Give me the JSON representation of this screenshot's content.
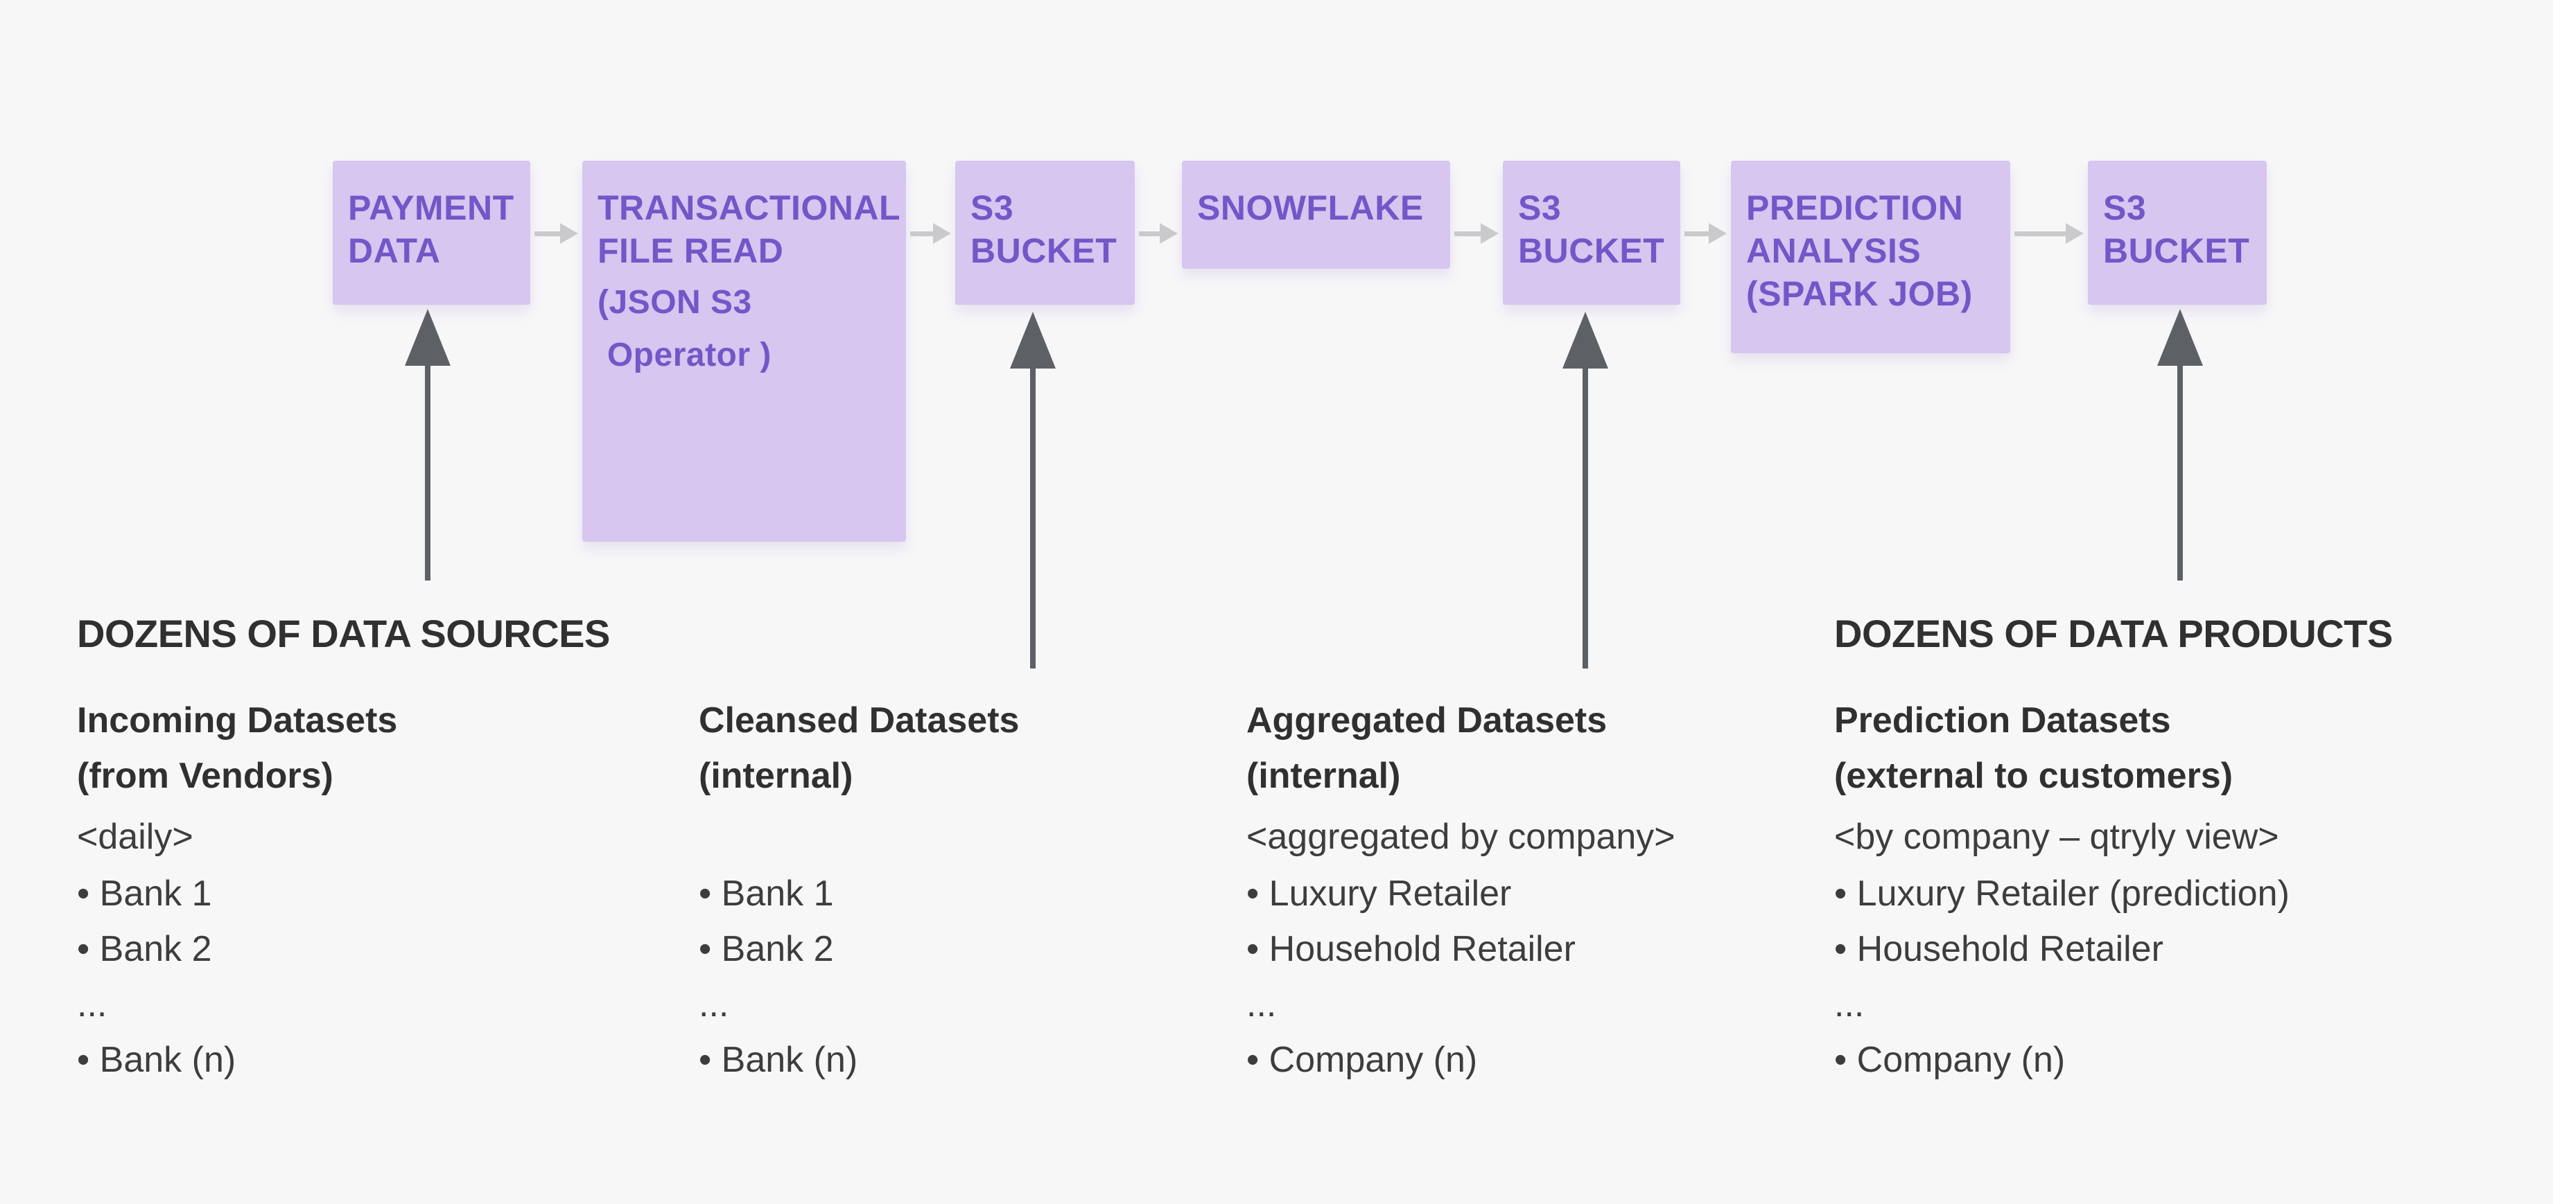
{
  "colors": {
    "background": "#f7f7f8",
    "node_fill": "#d6c6f0",
    "node_text": "#7456c8",
    "flow_arrow": "#cacacc",
    "up_arrow": "#5d6166",
    "heading_text": "#303030",
    "body_text": "#3d3d3d"
  },
  "pipeline": {
    "nodes": [
      {
        "caption": "PAYMENT\nDATA"
      },
      {
        "caption": "TRANSACTIONAL\nFILE READ",
        "sub": "(JSON S3\n Operator )"
      },
      {
        "caption": "S3\nBUCKET"
      },
      {
        "caption": "SNOWFLAKE"
      },
      {
        "caption": "S3\nBUCKET"
      },
      {
        "caption": "PREDICTION\nANALYSIS\n(SPARK JOB)"
      },
      {
        "caption": "S3\nBUCKET"
      }
    ]
  },
  "annotations": {
    "columns": [
      {
        "title": "DOZENS OF DATA SOURCES",
        "subtitle": "Incoming Datasets\n(from Vendors)",
        "qualifier": "<daily>",
        "items": [
          "• Bank 1",
          "• Bank 2",
          "...",
          "• Bank (n)"
        ]
      },
      {
        "subtitle": "Cleansed Datasets\n(internal)",
        "qualifier": "",
        "items": [
          "• Bank 1",
          "• Bank 2",
          "...",
          "• Bank (n)"
        ]
      },
      {
        "subtitle": "Aggregated Datasets\n(internal)",
        "qualifier": "<aggregated by company>",
        "items": [
          "• Luxury Retailer",
          "• Household Retailer",
          "...",
          "• Company (n)"
        ]
      },
      {
        "title": "DOZENS OF DATA PRODUCTS",
        "subtitle": "Prediction Datasets\n(external to customers)",
        "qualifier": "<by company – qtryly view>",
        "items": [
          "• Luxury Retailer (prediction)",
          "• Household Retailer",
          "...",
          "• Company (n)"
        ]
      }
    ]
  }
}
